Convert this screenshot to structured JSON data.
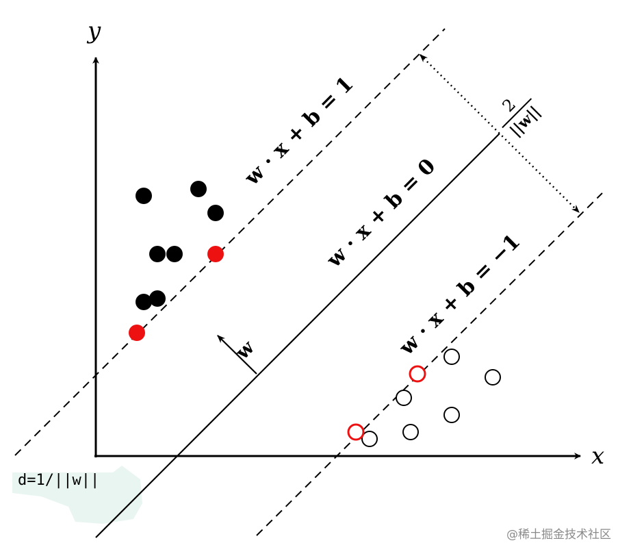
{
  "axes": {
    "x_label": "x",
    "y_label": "y"
  },
  "lines": {
    "upper_margin": "w · x + b = 1",
    "hyperplane": "w · x + b = 0",
    "lower_margin": "w · x + b = −1"
  },
  "normal_vector_label": "w",
  "margin_label": {
    "numerator": "2",
    "denominator": "||w||"
  },
  "distance_note": "d=1/||w||",
  "watermark": "@稀土掘金技术社区",
  "colors": {
    "support_vector": "#ee1111",
    "ink": "#000000",
    "note_bg": "#e9f5f1"
  },
  "points": {
    "positive_class": [
      {
        "x": 1.4,
        "y": 7.6,
        "support": false
      },
      {
        "x": 3.0,
        "y": 7.8,
        "support": false
      },
      {
        "x": 3.5,
        "y": 7.1,
        "support": false
      },
      {
        "x": 1.8,
        "y": 5.9,
        "support": false
      },
      {
        "x": 2.3,
        "y": 5.9,
        "support": false
      },
      {
        "x": 1.8,
        "y": 4.6,
        "support": false
      },
      {
        "x": 1.4,
        "y": 4.5,
        "support": false
      },
      {
        "x": 3.5,
        "y": 5.9,
        "support": true
      },
      {
        "x": 1.2,
        "y": 3.6,
        "support": true
      }
    ],
    "negative_class": [
      {
        "x": 10.4,
        "y": 2.9,
        "support": false
      },
      {
        "x": 11.6,
        "y": 2.3,
        "support": false
      },
      {
        "x": 9.0,
        "y": 1.7,
        "support": false
      },
      {
        "x": 10.4,
        "y": 1.2,
        "support": false
      },
      {
        "x": 9.2,
        "y": 0.7,
        "support": false
      },
      {
        "x": 8.0,
        "y": 0.5,
        "support": false
      },
      {
        "x": 9.4,
        "y": 2.4,
        "support": true
      },
      {
        "x": 7.6,
        "y": 0.7,
        "support": true
      }
    ]
  }
}
